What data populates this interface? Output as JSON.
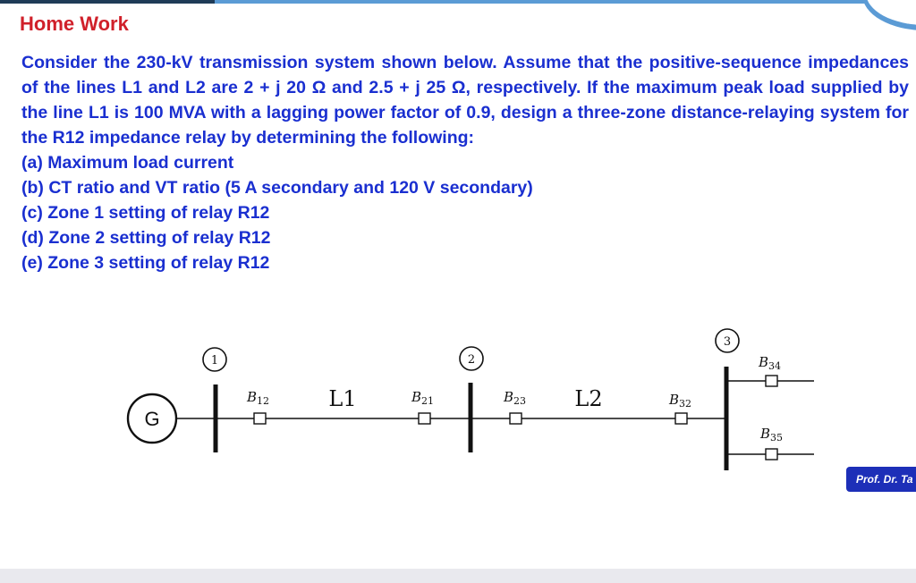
{
  "slide": {
    "title": "Home Work",
    "problem": "Consider the 230-kV transmission system shown below. Assume that the positive-sequence impedances of the lines L1 and L2 are 2 + j 20 Ω and 2.5 + j 25 Ω, respectively. If the maximum peak load supplied by the line L1 is 100 MVA with a lagging power factor of 0.9, design a three-zone distance-relaying system for the R12 impedance relay by determining the following:",
    "items": [
      "(a) Maximum load current",
      "(b) CT ratio and VT ratio (5 A secondary and 120 V secondary)",
      "(c) Zone 1 setting of relay R12",
      "(d) Zone 2 setting of relay R12",
      "(e) Zone 3 setting of relay R12"
    ],
    "footer_badge": "Prof. Dr. Ta"
  },
  "diagram": {
    "generator": "G",
    "buses": [
      "1",
      "2",
      "3"
    ],
    "lines": [
      "L1",
      "L2"
    ],
    "breakers": {
      "b12": {
        "base": "B",
        "sub": "12"
      },
      "b21": {
        "base": "B",
        "sub": "21"
      },
      "b23": {
        "base": "B",
        "sub": "23"
      },
      "b32": {
        "base": "B",
        "sub": "32"
      },
      "b34": {
        "base": "B",
        "sub": "34"
      },
      "b35": {
        "base": "B",
        "sub": "35"
      }
    }
  },
  "colors": {
    "title": "#d0202a",
    "body_text": "#1a2fd0",
    "accent_bar": "#5b9bd5",
    "badge": "#1d2fb8"
  }
}
